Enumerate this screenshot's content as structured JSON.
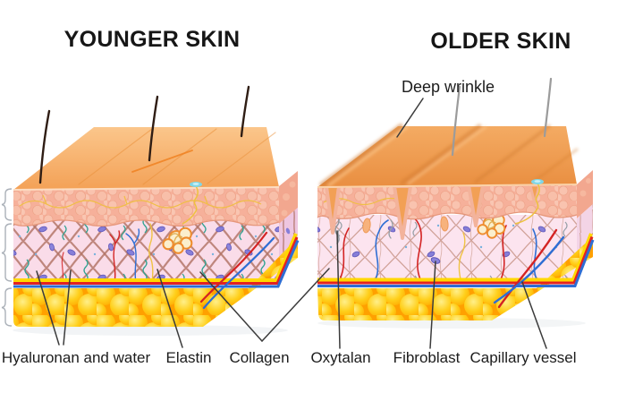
{
  "titles": {
    "younger": "YOUNGER SKIN",
    "older": "OLDER SKIN"
  },
  "annotations": {
    "deep_wrinkle": "Deep wrinkle",
    "hyaluronan": "Hyaluronan and water",
    "elastin": "Elastin",
    "collagen": "Collagen",
    "oxytalan": "Oxytalan",
    "fibroblast": "Fibroblast",
    "capillary_vessel": "Capillary vessel"
  },
  "colors": {
    "skin_surface_young": "#f5a85c",
    "skin_surface_old": "#ec9245",
    "epidermis": "#f6b09a",
    "dermis": "#fadce9",
    "dermis_side": "#eec6e0",
    "fat": "#ffc01e",
    "collagen_fiber": "#b07061",
    "elastin_fiber": "#2fa291",
    "fibroblast_cell": "#867ed8",
    "capillary_red": "#d42525",
    "capillary_blue": "#2e6ed4",
    "nerve_yellow": "#f0c344",
    "hair_young": "#2f1d14",
    "hair_old": "#9b9b9b",
    "label_text": "#1c1c1c"
  }
}
